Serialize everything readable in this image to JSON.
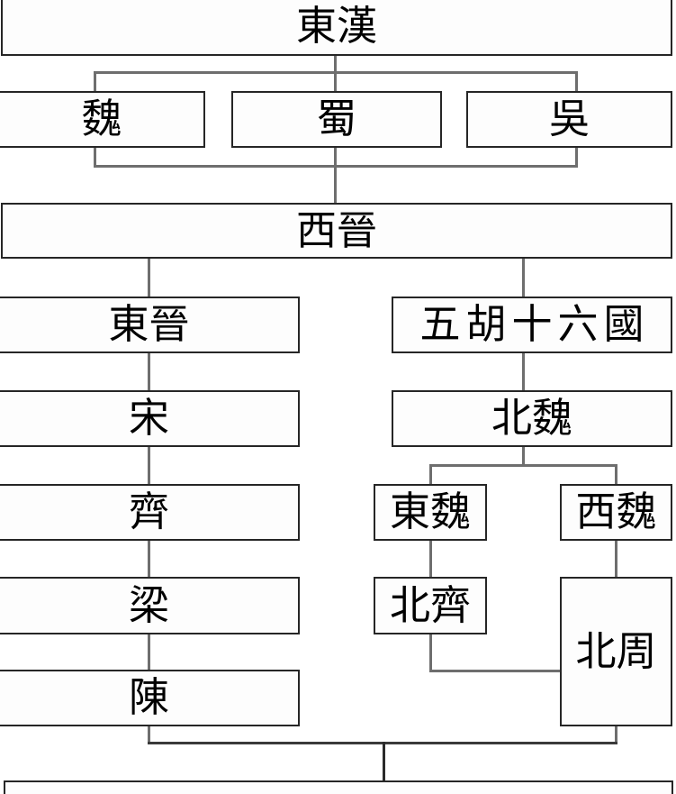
{
  "diagram": {
    "description_type": "dynasty-succession-flowchart",
    "nodes": {
      "dong_han": {
        "label": "東漢"
      },
      "wei": {
        "label": "魏"
      },
      "shu": {
        "label": "蜀"
      },
      "wu": {
        "label": "吳"
      },
      "xi_jin": {
        "label": "西晉"
      },
      "dong_jin": {
        "label": "東晉"
      },
      "wu_hu_shi_liu_guo": {
        "label": "五胡十六國"
      },
      "song": {
        "label": "宋"
      },
      "bei_wei": {
        "label": "北魏"
      },
      "qi": {
        "label": "齊"
      },
      "dong_wei": {
        "label": "東魏"
      },
      "xi_wei": {
        "label": "西魏"
      },
      "liang": {
        "label": "梁"
      },
      "bei_qi": {
        "label": "北齊"
      },
      "bei_zhou": {
        "label": "北周"
      },
      "chen": {
        "label": "陳"
      },
      "bottom_partial": {
        "label": "",
        "note": "box cut off at bottom edge, label not visible"
      }
    },
    "edges": [
      [
        "dong_han",
        "wei"
      ],
      [
        "dong_han",
        "shu"
      ],
      [
        "dong_han",
        "wu"
      ],
      [
        "wei",
        "xi_jin"
      ],
      [
        "shu",
        "xi_jin"
      ],
      [
        "wu",
        "xi_jin"
      ],
      [
        "xi_jin",
        "dong_jin"
      ],
      [
        "xi_jin",
        "wu_hu_shi_liu_guo"
      ],
      [
        "dong_jin",
        "song"
      ],
      [
        "song",
        "qi"
      ],
      [
        "qi",
        "liang"
      ],
      [
        "liang",
        "chen"
      ],
      [
        "wu_hu_shi_liu_guo",
        "bei_wei"
      ],
      [
        "bei_wei",
        "dong_wei"
      ],
      [
        "bei_wei",
        "xi_wei"
      ],
      [
        "dong_wei",
        "bei_qi"
      ],
      [
        "xi_wei",
        "bei_zhou"
      ],
      [
        "bei_qi",
        "bei_zhou"
      ],
      [
        "chen",
        "bottom_partial"
      ],
      [
        "bei_zhou",
        "bottom_partial"
      ]
    ],
    "colors": {
      "background": "#ffffff",
      "box_fill": "#fdfdfd",
      "box_border": "#262626",
      "connector": "#6e6e6e",
      "text": "#000000"
    }
  }
}
